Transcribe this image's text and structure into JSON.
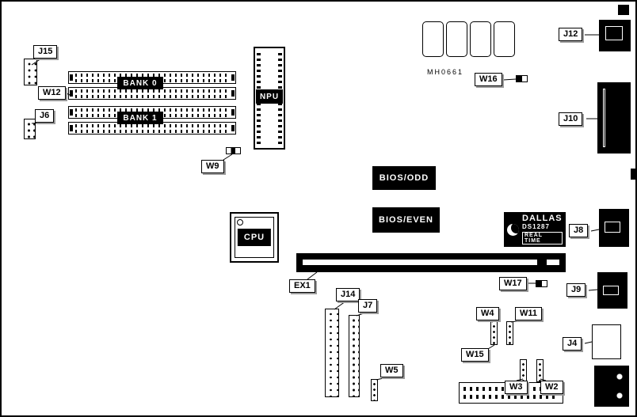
{
  "labels": {
    "j15": "J15",
    "w12": "W12",
    "j6": "J6",
    "bank0": "BANK 0",
    "bank1": "BANK 1",
    "npu": "NPU",
    "w9": "W9",
    "mh0661": "MH0661",
    "w16": "W16",
    "j12": "J12",
    "j10": "J10",
    "bios_odd": "BIOS/ODD",
    "bios_even": "BIOS/EVEN",
    "cpu": "CPU",
    "j8": "J8",
    "ex1": "EX1",
    "w17": "W17",
    "j9": "J9",
    "j14": "J14",
    "j7": "J7",
    "w4": "W4",
    "w11": "W11",
    "w15": "W15",
    "j4": "J4",
    "w5": "W5",
    "w3": "W3",
    "w2": "W2"
  },
  "dallas": {
    "line1": "DALLAS",
    "line2": "DS1287",
    "line3": "REAL TIME"
  },
  "colors": {
    "line": "#000000",
    "fill": "#000000",
    "board": "#ffffff"
  }
}
